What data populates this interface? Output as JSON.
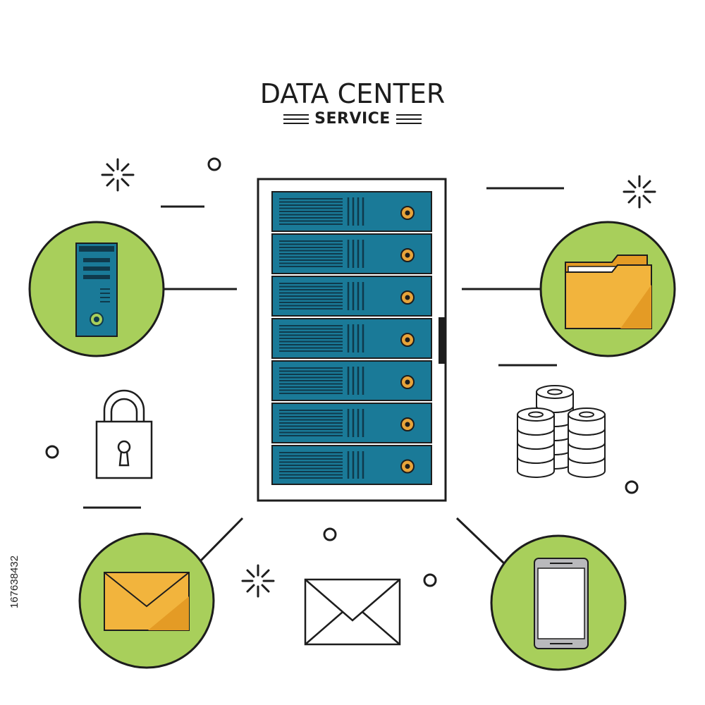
{
  "header": {
    "title": "DATA CENTER",
    "subtitle": "SERVICE"
  },
  "side_text": "167638432",
  "colors": {
    "circle_fill": "#a8cf5b",
    "server_blue": "#1a7a98",
    "server_dark": "#0f3a4c",
    "folder_yellow": "#f2b43d",
    "led_orange": "#e8a43a",
    "outline": "#1d1d1d"
  },
  "icons": [
    "server-rack-icon",
    "tower-pc-icon",
    "folder-icon",
    "padlock-icon",
    "database-stack-icon",
    "envelope-icon",
    "envelope-outline-icon",
    "smartphone-icon"
  ]
}
